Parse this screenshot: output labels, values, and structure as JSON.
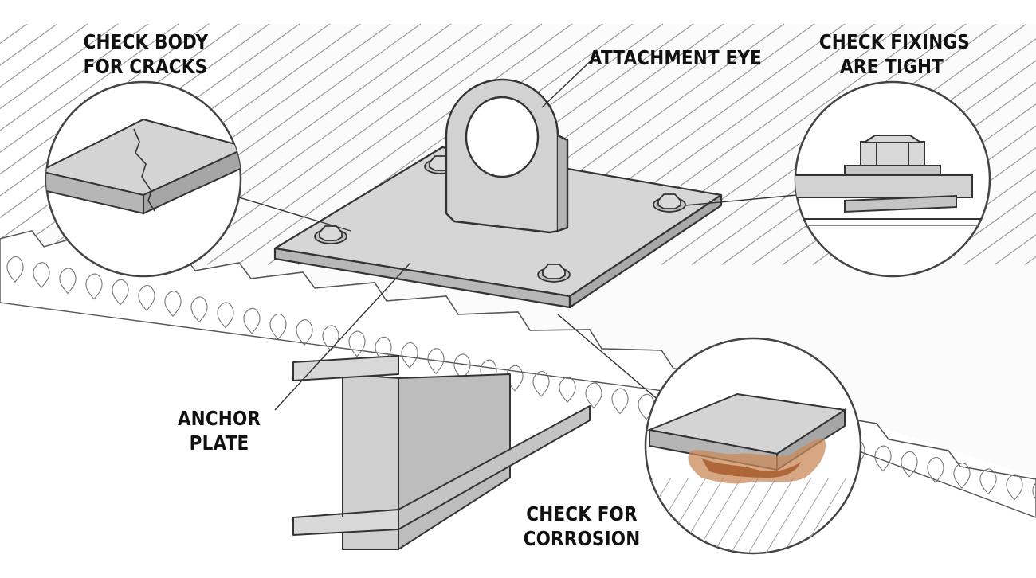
{
  "labels": {
    "check_cracks": {
      "line1": "CHECK BODY",
      "line2": "FOR CRACKS"
    },
    "attachment_eye": {
      "line1": "ATTACHMENT EYE"
    },
    "check_fixings": {
      "line1": "CHECK FIXINGS",
      "line2": "ARE TIGHT"
    },
    "anchor_plate": {
      "line1": "ANCHOR",
      "line2": "PLATE"
    },
    "check_corrosion": {
      "line1": "CHECK FOR",
      "line2": "CORROSION"
    }
  },
  "colors": {
    "steel": "#d4d4d4",
    "steel_dark": "#b9b9b9",
    "outline": "#333333",
    "roof_line": "#8a8a8a",
    "rust": "#a85a2c",
    "rust_light": "#c98a5a"
  }
}
